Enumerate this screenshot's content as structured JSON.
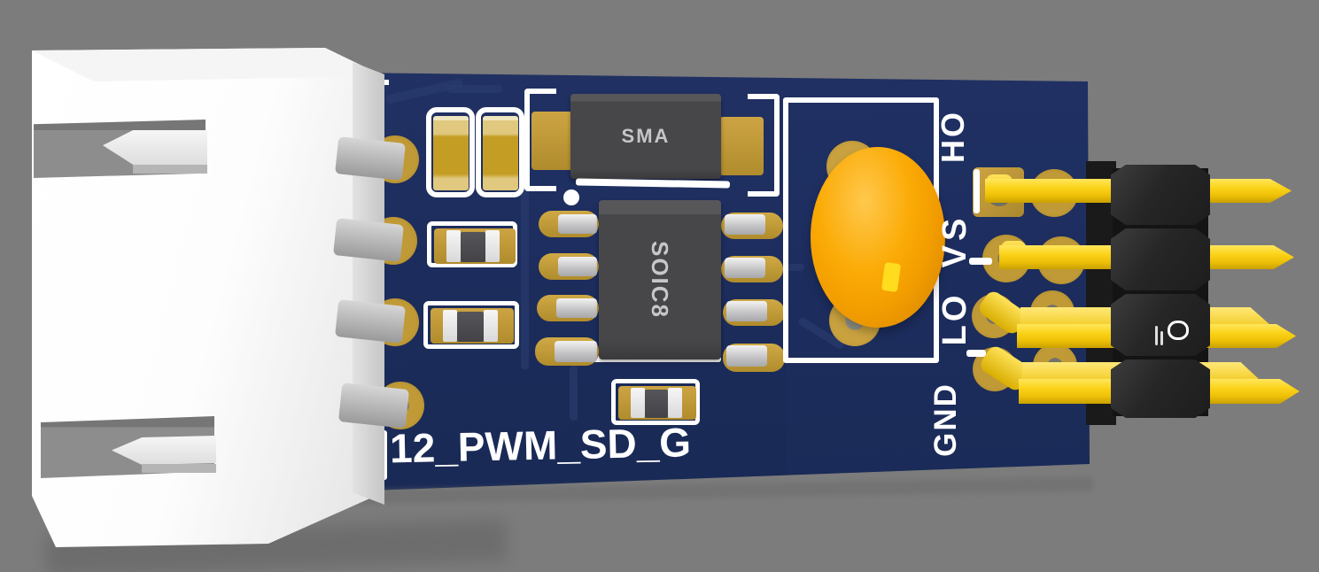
{
  "scene": {
    "description": "3D render of a blue PCB gate-driver module with white shrouded connector, SOIC8 IC, SMA diode, orange radial capacitor and right-angle yellow pin header"
  },
  "colors": {
    "background": "#7c7c7c",
    "board_blue": "#1c2c5c",
    "silkscreen": "#ffffff",
    "pad_gold": "#c09a36",
    "pin_yellow": "#fbd319",
    "header_black": "#262626",
    "capacitor_orange": "#f6a000",
    "connector_white": "#fafafa",
    "chip_gray": "#47474a"
  },
  "board": {
    "silkscreen": {
      "bottom_label": "12_PWM_SD_G",
      "pin_labels": [
        "GND",
        "LO",
        "VS",
        "HO"
      ]
    }
  },
  "components": {
    "diode_label": "SMA",
    "ic_label": "SOIC8",
    "header_logo_icon": "manufacturer-logo"
  }
}
